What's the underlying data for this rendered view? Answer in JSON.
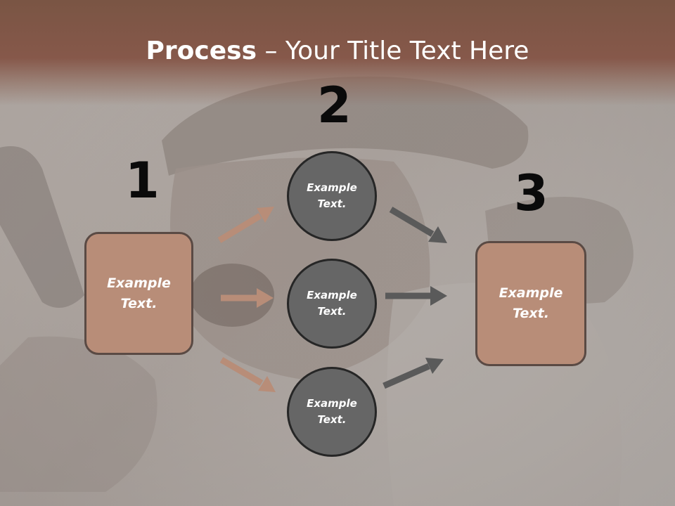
{
  "title": {
    "bold": "Process",
    "rest": " – Your Title Text Here"
  },
  "steps": [
    {
      "number": "1"
    },
    {
      "number": "2"
    },
    {
      "number": "3"
    }
  ],
  "left_box": {
    "text": "Example\nText."
  },
  "circles": [
    {
      "text": "Example\nText."
    },
    {
      "text": "Example\nText."
    },
    {
      "text": "Example\nText."
    }
  ],
  "right_box": {
    "text": "Example\nText."
  },
  "colors": {
    "title_band": "#86584a",
    "box_fill": "#b88d78",
    "circle_fill": "#666666",
    "arrow_left": "#b88d78",
    "arrow_right": "#5a5a5a"
  }
}
